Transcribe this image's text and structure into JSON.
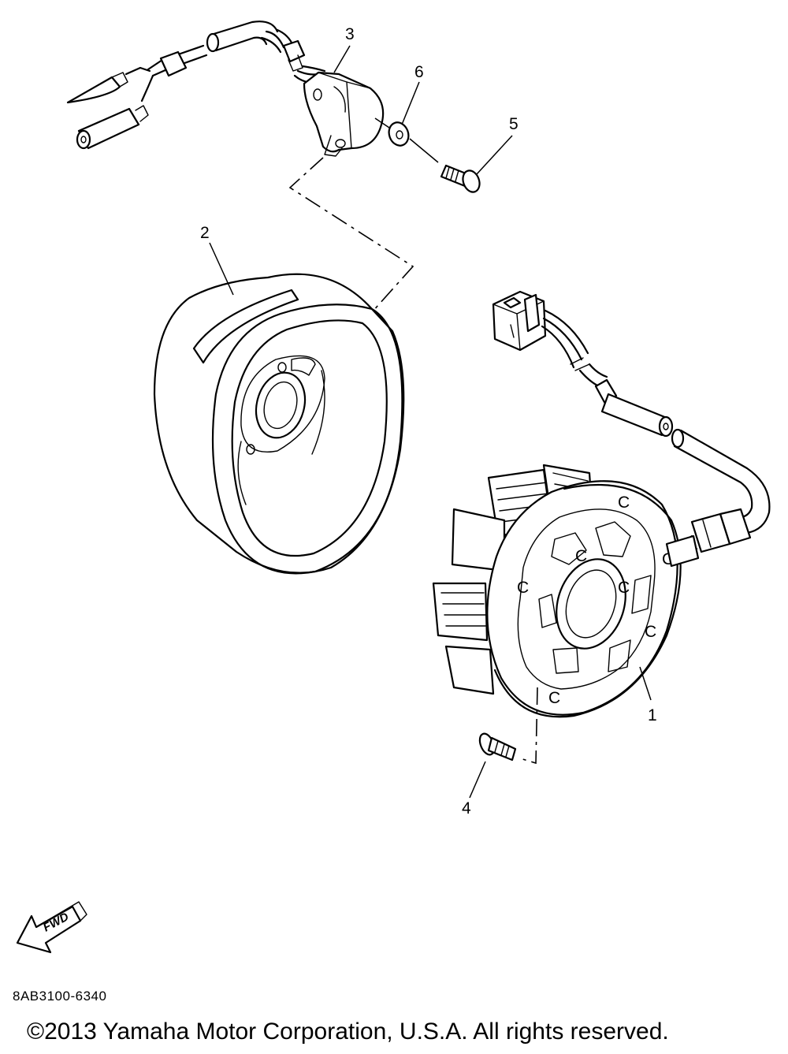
{
  "diagram": {
    "callouts": [
      {
        "id": "1",
        "label": "1"
      },
      {
        "id": "2",
        "label": "2"
      },
      {
        "id": "3",
        "label": "3"
      },
      {
        "id": "4",
        "label": "4"
      },
      {
        "id": "5",
        "label": "5"
      },
      {
        "id": "6",
        "label": "6"
      }
    ],
    "direction_label": "FWD",
    "stator_marks": "C"
  },
  "footer": {
    "part_code": "8AB3100-6340",
    "copyright": "©2013 Yamaha Motor Corporation, U.S.A. All rights reserved."
  }
}
